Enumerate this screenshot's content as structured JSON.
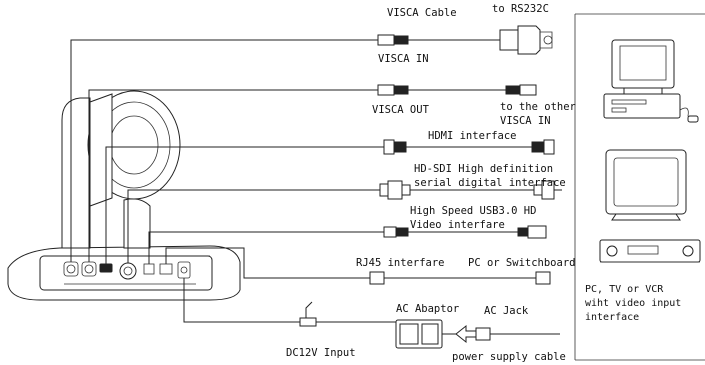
{
  "labels": {
    "visca_cable": "VISCA Cable",
    "to_rs232c": "to RS232C",
    "visca_in": "VISCA IN",
    "visca_out": "VISCA OUT",
    "to_other_1": "to the other",
    "to_other_2": "VISCA IN",
    "hdmi": "HDMI interface",
    "hdsdi_1": "HD-SDI High definition",
    "hdsdi_2": "serial digital interface",
    "usb_1": "High Speed USB3.0 HD",
    "usb_2": "Video interfare",
    "rj45": "RJ45 interfare",
    "pc_switch": "PC or Switchboard",
    "ac_adaptor": "AC Abaptor",
    "ac_jack": "AC Jack",
    "dc12v": "DC12V Input",
    "power_cable": "power supply cable",
    "pc_tv_1": "PC, TV or VCR",
    "pc_tv_2": "wiht video input",
    "pc_tv_3": "interface"
  },
  "icons": {
    "camera": "ptz-camera-icon",
    "computer": "desktop-computer-icon",
    "monitor": "crt-monitor-icon",
    "vcr": "vcr-icon"
  }
}
